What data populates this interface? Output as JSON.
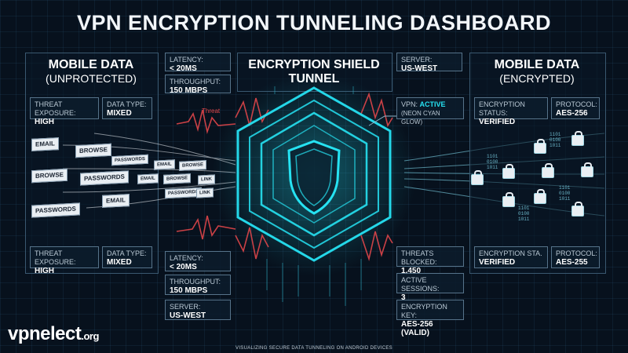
{
  "title": "VPN ENCRYPTION TUNNELING DASHBOARD",
  "left_panel": {
    "heading": "MOBILE DATA",
    "subheading": "(UNPROTECTED)",
    "top": {
      "threat_label": "THREAT EXPOSURE:",
      "threat_value": "HIGH",
      "type_label": "DATA TYPE:",
      "type_value": "MIXED"
    },
    "bottom": {
      "threat_label": "THREAT EXPOSURE:",
      "threat_value": "HIGH",
      "type_label": "DATA TYPE:",
      "type_value": "MIXED"
    },
    "packets": [
      "EMAIL",
      "BROWSE",
      "PASSWORDS",
      "EMAIL",
      "BROWSE",
      "BROWSE",
      "PASSWORDS",
      "EMAIL",
      "BROWSE",
      "LINK",
      "PASSWORDS",
      "EMAIL",
      "PASSWORDS",
      "LINK"
    ]
  },
  "center_left": {
    "top": [
      {
        "label": "LATENCY:",
        "value": "< 20MS"
      },
      {
        "label": "THROUGHPUT:",
        "value": "150 MBPS"
      }
    ],
    "bottom": [
      {
        "label": "LATENCY:",
        "value": "< 20MS"
      },
      {
        "label": "THROUGHPUT:",
        "value": "150 MBPS"
      },
      {
        "label": "SERVER:",
        "value": "US-WEST"
      }
    ]
  },
  "tunnel": {
    "heading_line1": "ENCRYPTION SHIELD",
    "heading_line2": "TUNNEL",
    "threat_tag": "Threat"
  },
  "center_right": {
    "server": {
      "label": "SERVER:",
      "value": "US-WEST"
    },
    "vpn_status": {
      "label": "VPN:",
      "value": "ACTIVE",
      "note": "(NEON CYAN GLOW)"
    },
    "bottom": [
      {
        "label": "THREATS BLOCKED:",
        "value": "1,450"
      },
      {
        "label": "ACTIVE SESSIONS:",
        "value": "3"
      },
      {
        "label": "ENCRYPTION KEY:",
        "value": "AES-256 (VALID)"
      }
    ]
  },
  "right_panel": {
    "heading": "MOBILE DATA",
    "subheading": "(ENCRYPTED)",
    "top": {
      "status_label": "ENCRYPTION STATUS:",
      "status_value": "VERIFIED",
      "protocol_label": "PROTOCOL:",
      "protocol_value": "AES-256"
    },
    "bottom": {
      "status_label": "ENCRYPTION STA.",
      "status_value": "VERIFIED",
      "protocol_label": "PROTOCOL:",
      "protocol_value": "AES-255"
    },
    "bits": "1101\n0100\n1011"
  },
  "footer": "VISUALIZING SECURE DATA TUNNELING ON ANDROID DEVICES",
  "logo": {
    "name": "vpnelect",
    "tld": ".org"
  },
  "colors": {
    "accent": "#26e2f2",
    "threat": "#e0464a",
    "panel_border": "#3a5870"
  }
}
